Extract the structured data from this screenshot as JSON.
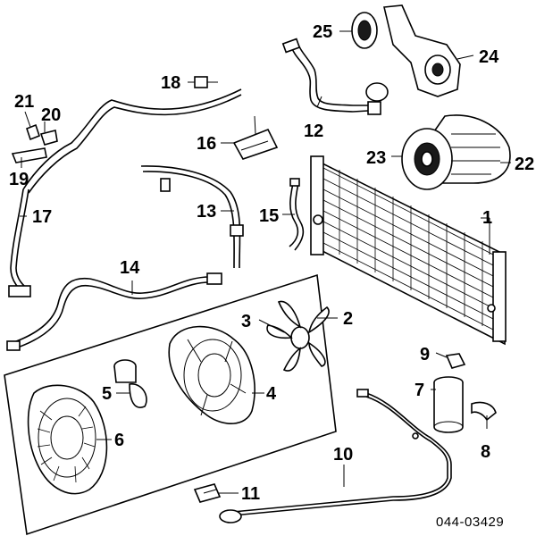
{
  "diagram": {
    "drawing_code": "044-03429",
    "callouts": [
      "1",
      "2",
      "3",
      "4",
      "5",
      "6",
      "7",
      "8",
      "9",
      "10",
      "11",
      "12",
      "13",
      "14",
      "15",
      "16",
      "17",
      "18",
      "19",
      "20",
      "21",
      "22",
      "23",
      "24",
      "25"
    ]
  },
  "colors": {
    "ink": "#000000",
    "paper": "#ffffff"
  }
}
